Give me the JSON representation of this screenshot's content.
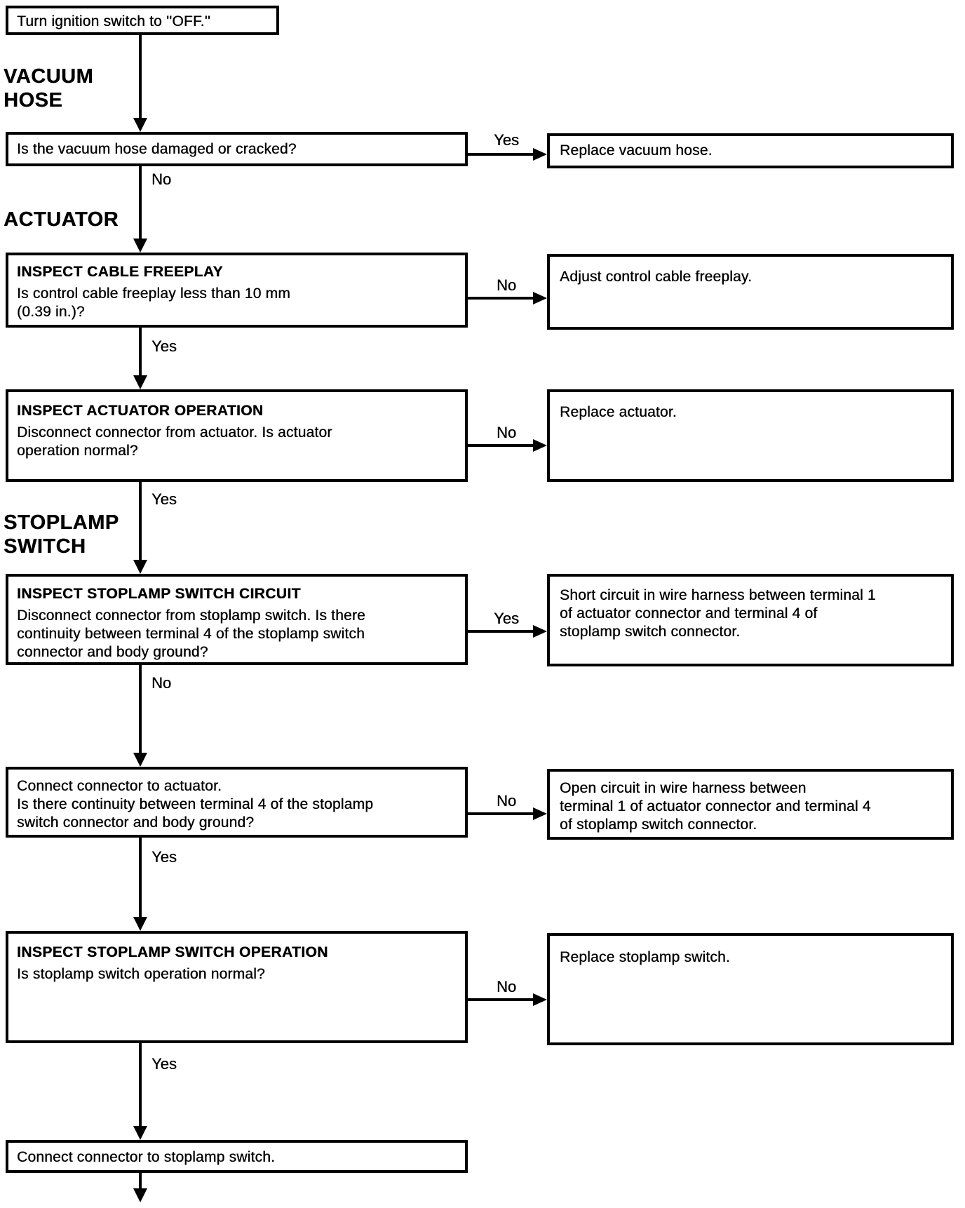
{
  "colors": {
    "ink": "#000000",
    "paper": "#ffffff"
  },
  "start_box": "Turn ignition switch to ''OFF.''",
  "sections": [
    {
      "id": "vacuum-hose",
      "lines": [
        "VACUUM",
        "HOSE"
      ]
    },
    {
      "id": "actuator",
      "lines": [
        "ACTUATOR"
      ]
    },
    {
      "id": "stoplamp-switch",
      "lines": [
        "STOPLAMP",
        "SWITCH"
      ]
    }
  ],
  "steps": [
    {
      "question": {
        "title": "",
        "lines": [
          "Is the vacuum hose damaged or cracked?"
        ]
      },
      "side_label": "Yes",
      "side_result": {
        "lines": [
          "Replace vacuum hose."
        ]
      },
      "down_label": "No"
    },
    {
      "question": {
        "title": "INSPECT CABLE FREEPLAY",
        "lines": [
          "Is control cable freeplay less than 10 mm",
          "(0.39 in.)?"
        ]
      },
      "side_label": "No",
      "side_result": {
        "lines": [
          "Adjust control cable freeplay."
        ]
      },
      "down_label": "Yes"
    },
    {
      "question": {
        "title": "INSPECT ACTUATOR OPERATION",
        "lines": [
          "Disconnect connector from actuator. Is actuator",
          "operation normal?"
        ]
      },
      "side_label": "No",
      "side_result": {
        "lines": [
          "Replace actuator."
        ]
      },
      "down_label": "Yes"
    },
    {
      "question": {
        "title": "INSPECT STOPLAMP SWITCH CIRCUIT",
        "lines": [
          "Disconnect connector from stoplamp switch. Is there",
          "continuity between terminal 4 of the stoplamp switch",
          "connector and body ground?"
        ]
      },
      "side_label": "Yes",
      "side_result": {
        "lines": [
          "Short circuit in wire harness between terminal 1",
          "of actuator connector and terminal 4 of",
          "stoplamp switch connector."
        ]
      },
      "down_label": "No"
    },
    {
      "question": {
        "title": "",
        "lines": [
          "Connect connector to actuator.",
          "Is there continuity between terminal 4 of the stoplamp",
          "switch connector and body ground?"
        ]
      },
      "side_label": "No",
      "side_result": {
        "lines": [
          "Open circuit in wire harness between",
          "terminal 1 of actuator connector and terminal 4",
          "of stoplamp switch connector."
        ]
      },
      "down_label": "Yes"
    },
    {
      "question": {
        "title": "INSPECT STOPLAMP SWITCH OPERATION",
        "lines": [
          "Is stoplamp switch operation normal?"
        ]
      },
      "side_label": "No",
      "side_result": {
        "lines": [
          "Replace stoplamp switch."
        ]
      },
      "down_label": "Yes"
    }
  ],
  "end_box": "Connect connector to stoplamp switch."
}
